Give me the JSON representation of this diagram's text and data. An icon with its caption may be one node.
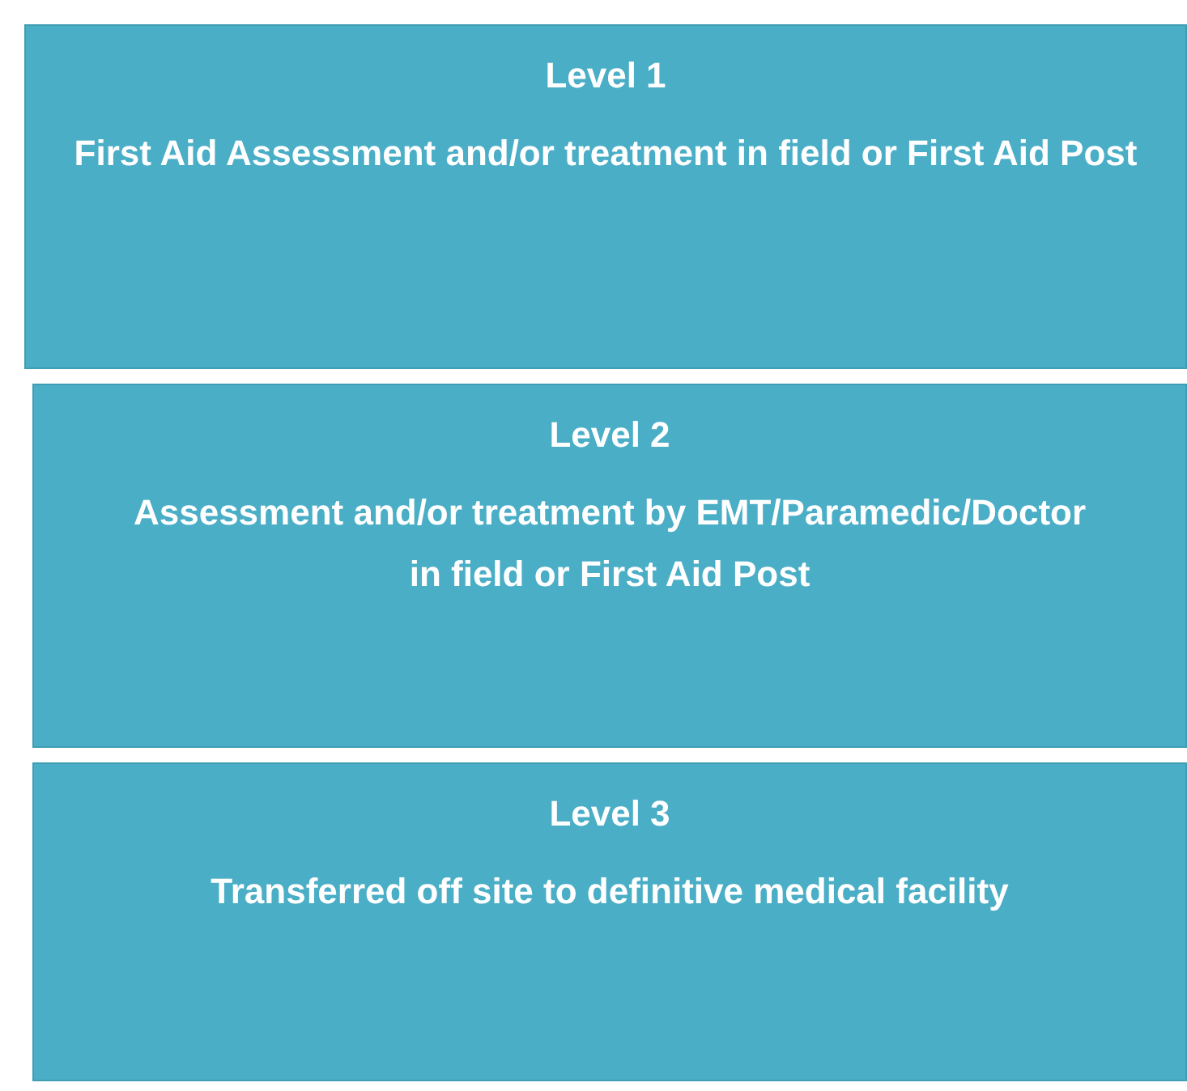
{
  "diagram": {
    "nodes": [
      {
        "text": [
          "Level 1",
          "First Aid Assessment and/or treatment in field or First Aid Post"
        ]
      },
      {
        "text": [
          "Level 2",
          "Assessment and/or treatment by EMT/Paramedic/Doctor in field or First Aid Post"
        ]
      },
      {
        "text": [
          "Level 3",
          "Transferred off site to definitive medical facility"
        ]
      }
    ]
  }
}
